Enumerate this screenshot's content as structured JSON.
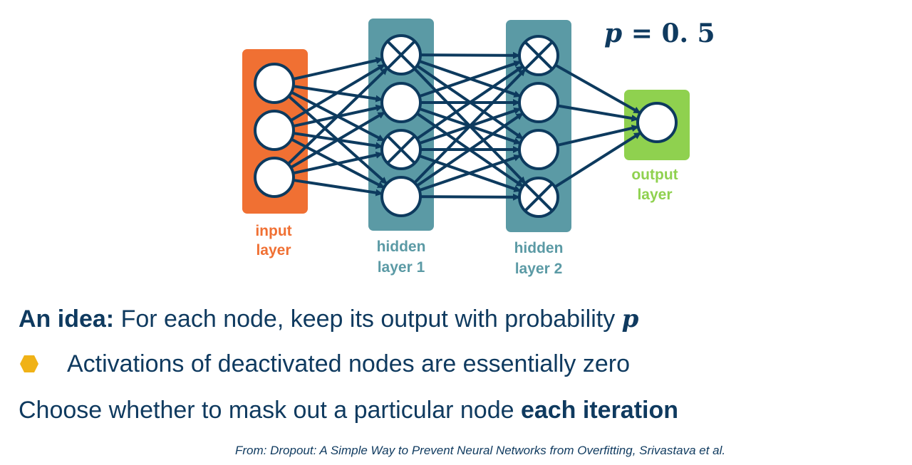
{
  "diagram": {
    "colors": {
      "input": "#f07033",
      "hidden": "#5b9aa5",
      "output": "#8fd14f",
      "edge": "#0d3a5e",
      "node_fill": "#ffffff"
    },
    "layers": [
      {
        "id": "input",
        "label_line1": "input",
        "label_line2": "layer",
        "node_count": 3,
        "dropped": []
      },
      {
        "id": "hidden1",
        "label_line1": "hidden",
        "label_line2": "layer 1",
        "node_count": 4,
        "dropped": [
          0,
          2
        ]
      },
      {
        "id": "hidden2",
        "label_line1": "hidden",
        "label_line2": "layer 2",
        "node_count": 4,
        "dropped": [
          0,
          3
        ]
      },
      {
        "id": "output",
        "label_line1": "output",
        "label_line2": "layer",
        "node_count": 1,
        "dropped": []
      }
    ]
  },
  "probability": {
    "var": "p",
    "equals": "=",
    "value": "0.5",
    "value_display": "0. 5"
  },
  "text": {
    "line1_bold": "An idea:",
    "line1_rest": " For each node, keep its output with probability ",
    "line1_var": "p",
    "bullet": "Activations of deactivated nodes are essentially zero",
    "bullet_color": "#f0b217",
    "line3_rest": "Choose whether to mask out a particular node ",
    "line3_bold": "each iteration",
    "citation": "From: Dropout: A Simple Way to Prevent Neural Networks from Overfitting, Srivastava et al."
  }
}
